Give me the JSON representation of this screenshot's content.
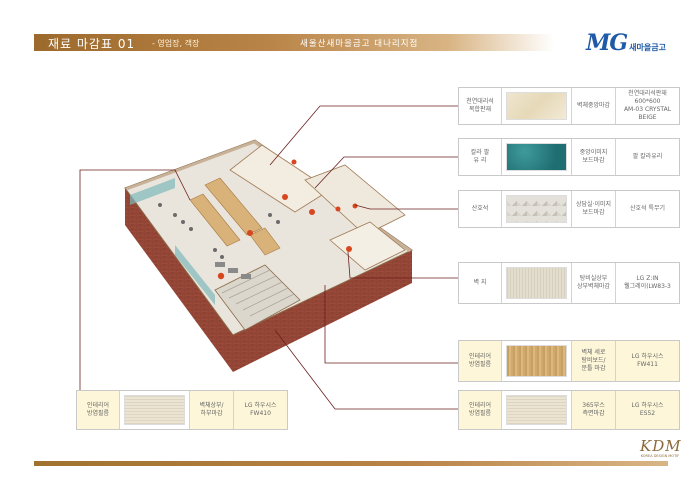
{
  "header": {
    "title": "재료 마감표 01",
    "subtitle": "- 영업장, 객장",
    "center_title": "새울산새마을금고  대나리지점",
    "logo_mark": "MG",
    "logo_text": "새마을금고"
  },
  "footer": {
    "logo_mark": "KDM",
    "logo_sub": "KOREA DESIGN MOTIF"
  },
  "materials": [
    {
      "location": "천연대리석\n복합판재",
      "swatch": "marble-icon",
      "place": "벽체중앙마감",
      "spec": "천연대리석판재\n600*600\nAM-03 CRYSTAL BEIGE"
    },
    {
      "location": "칼라 팔\n유 리",
      "swatch": "teal-glass-icon",
      "place": "중앙이미지\n보드마감",
      "spec": "팔 칼라유리"
    },
    {
      "location": "산호석",
      "swatch": "stone-tile-icon",
      "place": "상담실·이미지\n보드마감",
      "spec": "산호석 특무기"
    },
    {
      "location": "벽 지",
      "swatch": "fabric-wallpaper-icon",
      "place": "탕비실상부\n상부벽체마감",
      "spec": "LG Z:IN\n웰그레이(LW83-3"
    },
    {
      "location": "인테리어\n방염필름",
      "swatch": "wood-grain-icon",
      "place": "벽체 세로\n탕비보드/\n문틀 마감",
      "spec": "LG 하우시스\nFW411"
    },
    {
      "location": "인테리어\n방염필름",
      "swatch": "light-fabric-icon",
      "place": "365부스\n측면마감",
      "spec": "LG 하우시스\nES52"
    },
    {
      "location": "인테리어\n방염필름",
      "swatch": "light-fabric-icon",
      "place": "벽체상부/\n하부마감",
      "spec": "LG 하우시스\nFW410"
    }
  ],
  "colors": {
    "header_brown": "#9c6a2c",
    "brand_blue": "#1e5aa8",
    "brick": "#9b4a3a",
    "leader_line": "#6b1f1f"
  }
}
